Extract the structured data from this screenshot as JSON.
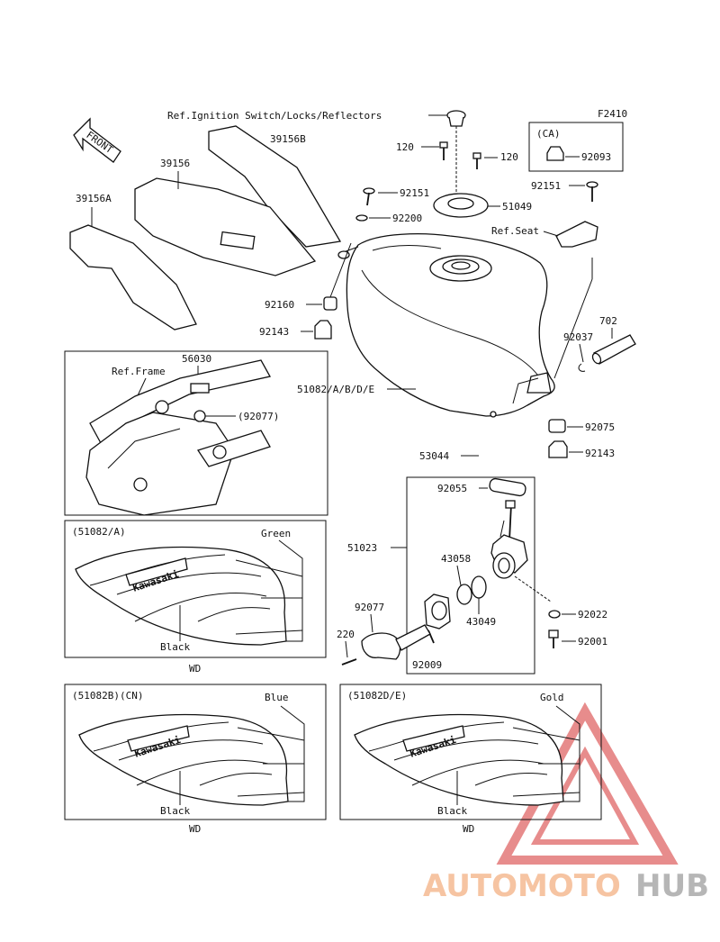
{
  "diagram_code": "F2410",
  "front_label": "FRONT",
  "refs": {
    "ignition": "Ref.Ignition Switch/Locks/Reflectors",
    "seat": "Ref.Seat",
    "frame": "Ref.Frame"
  },
  "ca_label": "(CA)",
  "parts": {
    "p120a": "120",
    "p120b": "120",
    "p92093": "92093",
    "p39156B": "39156B",
    "p39156": "39156",
    "p39156A": "39156A",
    "p92151a": "92151",
    "p92151b": "92151",
    "p51049": "51049",
    "p92200": "92200",
    "p92160": "92160",
    "p92143a": "92143",
    "p92143b": "92143",
    "p702": "702",
    "p92037": "92037",
    "p56030": "56030",
    "p92077a": "(92077)",
    "p51082": "51082/A/B/D/E",
    "p92075": "92075",
    "p53044": "53044",
    "p92055": "92055",
    "p51023": "51023",
    "p43058": "43058",
    "p43049": "43049",
    "p92022": "92022",
    "p92001": "92001",
    "p92077b": "92077",
    "p220": "220",
    "p92009": "92009"
  },
  "variants": {
    "a": {
      "title": "(51082/A)",
      "color": "Green",
      "black": "Black",
      "wd": "WD",
      "brand": "Kawasaki"
    },
    "b": {
      "title": "(51082B)(CN)",
      "color": "Blue",
      "black": "Black",
      "wd": "WD",
      "brand": "Kawasaki"
    },
    "d": {
      "title": "(51082D/E)",
      "color": "Gold",
      "black": "Black",
      "wd": "WD",
      "brand": "Kawasaki"
    }
  },
  "watermark": {
    "part1": "AUTOMOTO",
    "part2": "HUB",
    "color1": "#f4b183",
    "color2": "#9e9e9e",
    "triangle_color": "#e06666"
  }
}
